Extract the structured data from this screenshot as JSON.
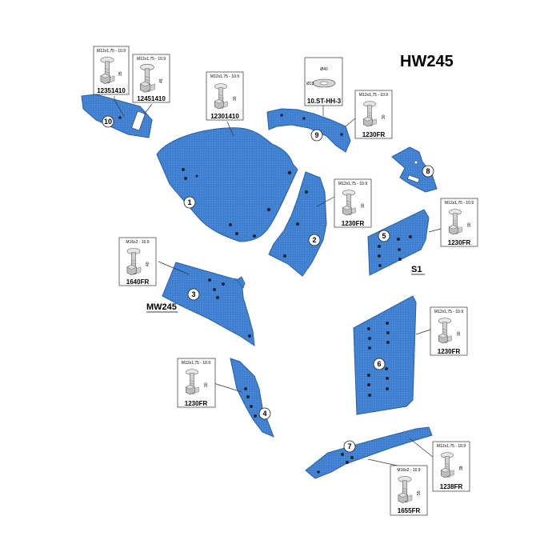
{
  "title": "HW245",
  "labels": {
    "mw245": "MW245",
    "s1": "S1"
  },
  "colors": {
    "part": "#3f7fcf",
    "part_edge": "#2a5fa0",
    "bolt": "#d9d9d9",
    "line": "#333333"
  },
  "callouts": [
    "1",
    "2",
    "3",
    "4",
    "5",
    "6",
    "7",
    "8",
    "9",
    "10"
  ],
  "bolts": [
    {
      "id": "b12351410",
      "spec": "M12x1,75 - 10.9",
      "dim": "35",
      "code": "12351410"
    },
    {
      "id": "b12451410",
      "spec": "M12x1,75 - 10.9",
      "dim": "45",
      "code": "12451410"
    },
    {
      "id": "b12301410",
      "spec": "M12x1,75 - 10.9",
      "dim": "30",
      "code": "12301410"
    },
    {
      "id": "b10sthh3",
      "spec": "Ø40",
      "dim": "Ø13",
      "code": "10.ST-HH-3"
    },
    {
      "id": "b1230fr_9",
      "spec": "M12x1,75 - 10.9",
      "dim": "30",
      "code": "1230FR"
    },
    {
      "id": "b1230fr_2",
      "spec": "M12x1,75 - 10.9",
      "dim": "30",
      "code": "1230FR"
    },
    {
      "id": "b1230fr_5",
      "spec": "M12x1,75 - 10.9",
      "dim": "30",
      "code": "1230FR"
    },
    {
      "id": "b1640fr",
      "spec": "M16x2 - 10.9",
      "dim": "40",
      "code": "1640FR"
    },
    {
      "id": "b1230fr_6",
      "spec": "M12x1,75 - 10.9",
      "dim": "30",
      "code": "1230FR"
    },
    {
      "id": "b1230fr_4",
      "spec": "M12x1,75 - 10.9",
      "dim": "30",
      "code": "1230FR"
    },
    {
      "id": "b1238fr",
      "spec": "M12x1,75 - 10.9",
      "dim": "38",
      "code": "1238FR"
    },
    {
      "id": "b1655fr",
      "spec": "M16x2 - 10.9",
      "dim": "55",
      "code": "1655FR"
    }
  ]
}
